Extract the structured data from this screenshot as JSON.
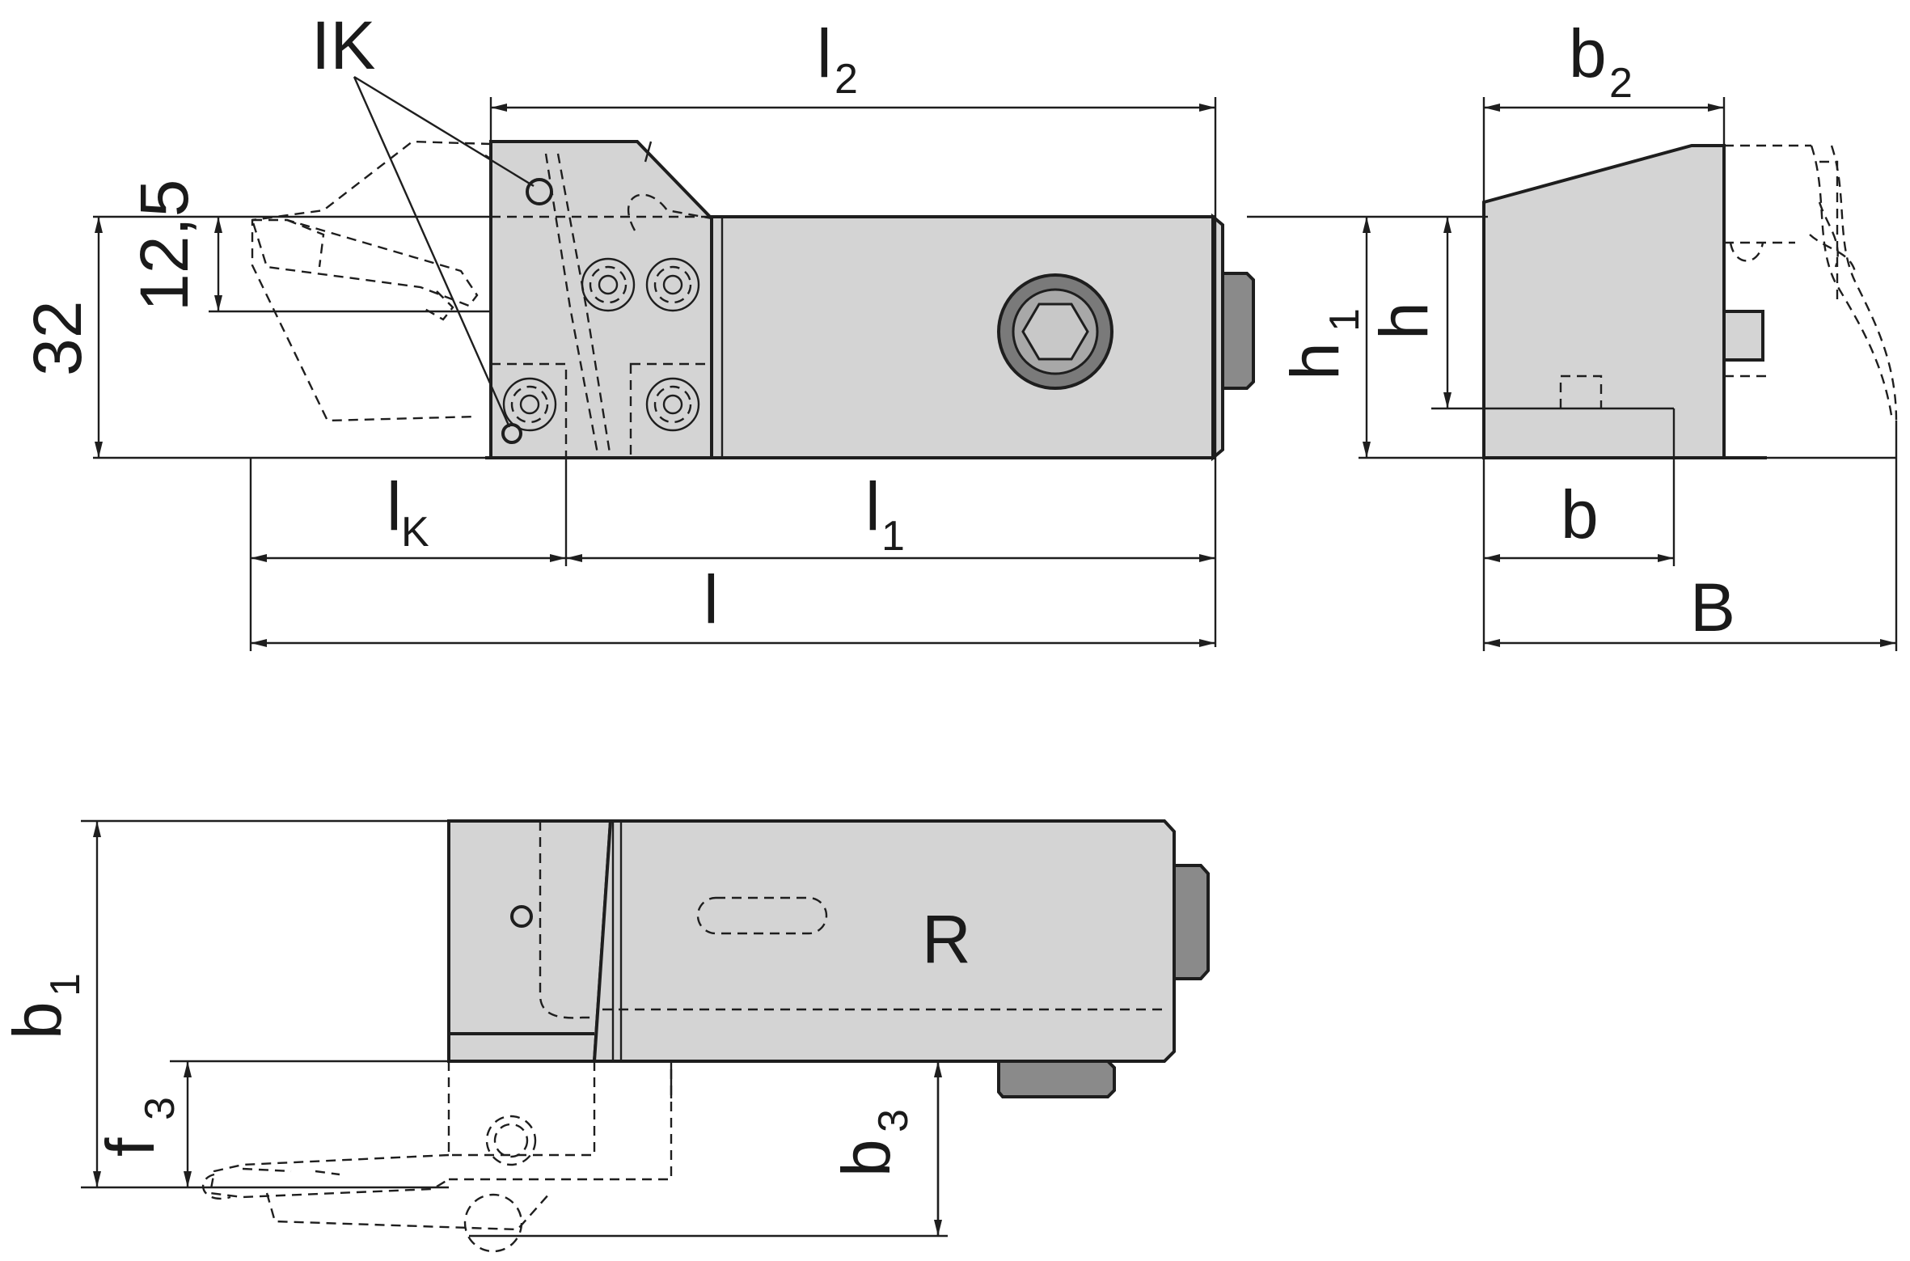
{
  "labels": {
    "ik": "IK",
    "l2": "l",
    "l2_sub": "2",
    "b2": "b",
    "b2_sub": "2",
    "dim_12_5": "12,5",
    "dim_32": "32",
    "h1": "h",
    "h1_sub": "1",
    "h": "h",
    "lk": "l",
    "lk_sub": "K",
    "l1": "l",
    "l1_sub": "1",
    "l": "l",
    "b": "b",
    "B": "B",
    "b1": "b",
    "b1_sub": "1",
    "f3": "f",
    "f3_sub": "3",
    "b3": "b",
    "b3_sub": "3",
    "R": "R"
  },
  "colors": {
    "body_fill": "#d4d4d4",
    "dark_fill": "#8a8a8a",
    "line": "#1e1e1e"
  }
}
